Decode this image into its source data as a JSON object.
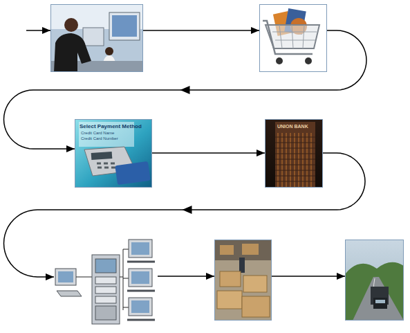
{
  "diagram": {
    "nodes": [
      {
        "text": []
      },
      {
        "text": []
      },
      {
        "text": [
          "Select Payment Method",
          "Credit Card Name",
          "Credit Card Number"
        ]
      },
      {
        "text": [
          "UNION BANK"
        ]
      },
      {
        "text": []
      },
      {
        "text": []
      },
      {
        "text": []
      }
    ],
    "edges": [
      {
        "from": 0,
        "to": 1,
        "arrow": "to"
      },
      {
        "from": 1,
        "to": 2,
        "arrow": "to"
      },
      {
        "from": 2,
        "to": 3,
        "arrow": "to"
      },
      {
        "from": 3,
        "to": 4,
        "arrow": "to"
      },
      {
        "from": 4,
        "to": 5,
        "arrow": "to"
      },
      {
        "from": 5,
        "to": 6,
        "arrow": "to"
      }
    ]
  }
}
